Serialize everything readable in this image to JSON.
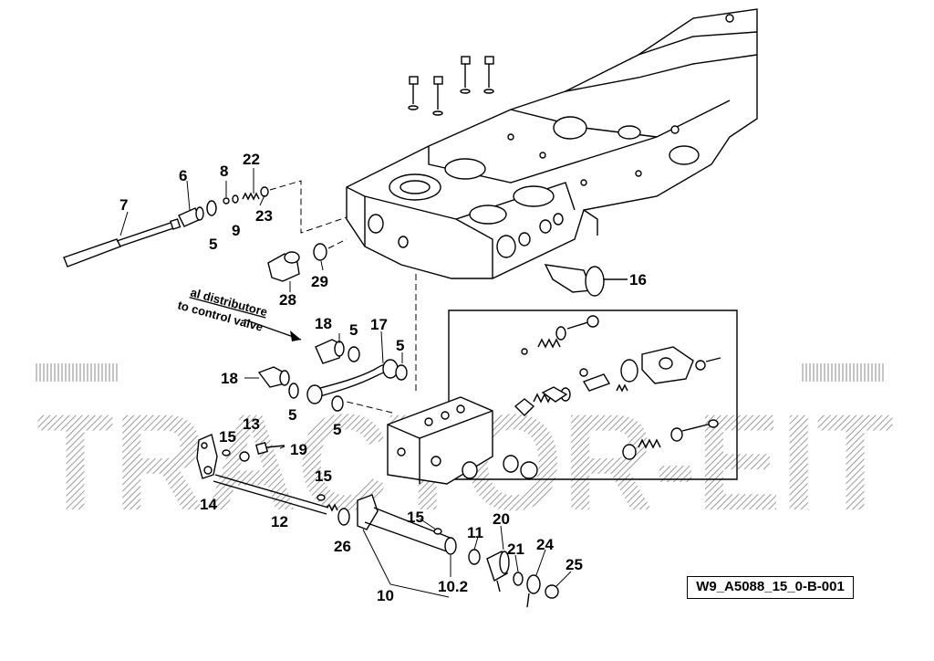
{
  "drawing": {
    "code": "W9_A5088_15_0-B-001",
    "watermark": "TRACTOR-EIT",
    "note_line1": "al distributore",
    "note_line2": "to control valve"
  },
  "callouts": [
    {
      "id": "c7",
      "text": "7"
    },
    {
      "id": "c6",
      "text": "6"
    },
    {
      "id": "c5a",
      "text": "5"
    },
    {
      "id": "c8",
      "text": "8"
    },
    {
      "id": "c9",
      "text": "9"
    },
    {
      "id": "c22",
      "text": "22"
    },
    {
      "id": "c23",
      "text": "23"
    },
    {
      "id": "c28",
      "text": "28"
    },
    {
      "id": "c29",
      "text": "29"
    },
    {
      "id": "c16",
      "text": "16"
    },
    {
      "id": "c18a",
      "text": "18"
    },
    {
      "id": "c5b",
      "text": "5"
    },
    {
      "id": "c17",
      "text": "17"
    },
    {
      "id": "c5c",
      "text": "5"
    },
    {
      "id": "c18b",
      "text": "18"
    },
    {
      "id": "c5d",
      "text": "5"
    },
    {
      "id": "c5e",
      "text": "5"
    },
    {
      "id": "c13",
      "text": "13"
    },
    {
      "id": "c15a",
      "text": "15"
    },
    {
      "id": "c19",
      "text": "19"
    },
    {
      "id": "c14",
      "text": "14"
    },
    {
      "id": "c15b",
      "text": "15"
    },
    {
      "id": "c12",
      "text": "12"
    },
    {
      "id": "c26",
      "text": "26"
    },
    {
      "id": "c15c",
      "text": "15"
    },
    {
      "id": "c20",
      "text": "20"
    },
    {
      "id": "c11",
      "text": "11"
    },
    {
      "id": "c21",
      "text": "21"
    },
    {
      "id": "c24",
      "text": "24"
    },
    {
      "id": "c25",
      "text": "25"
    },
    {
      "id": "c10-2",
      "text": "10.2"
    },
    {
      "id": "c10",
      "text": "10"
    }
  ]
}
